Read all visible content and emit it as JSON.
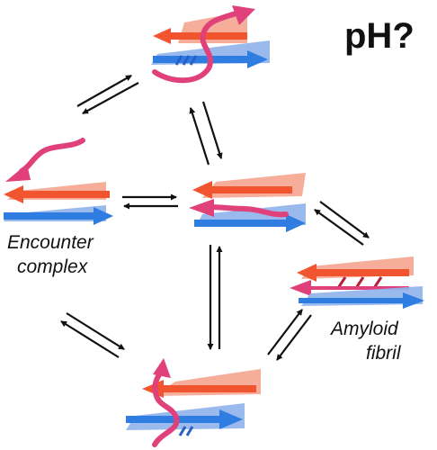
{
  "diagram": {
    "title": "pH?",
    "labels": {
      "encounter_line1": "Encounter",
      "encounter_line2": "complex",
      "amyloid_line1": "Amyloid",
      "amyloid_line2": "fibril"
    },
    "colors": {
      "red_strand": "#f0552f",
      "red_plane": "#f4a088",
      "blue_strand": "#2f7de0",
      "blue_plane": "#8fb3ec",
      "peptide": "#e0417a",
      "bond": "#2a5fc8",
      "bond_red": "#b8203a",
      "arrow": "#111111"
    }
  }
}
